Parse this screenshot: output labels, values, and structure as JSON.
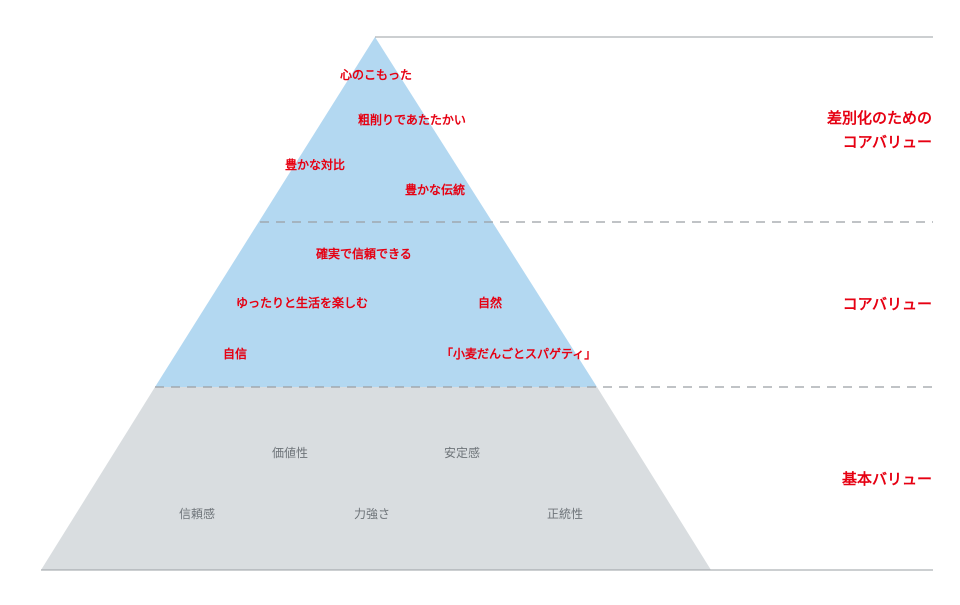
{
  "colors": {
    "top_fill": "#b3d8f1",
    "base_fill": "#d9dde0",
    "accent": "#e60012",
    "base_text": "#6e7479",
    "line": "#9a9fa3"
  },
  "tiers": {
    "top": {
      "label_line1": "差別化のための",
      "label_line2": "コアバリュー",
      "items": [
        "心のこもった",
        "粗削りであたたかい",
        "豊かな対比",
        "豊かな伝統"
      ]
    },
    "middle": {
      "label": "コアバリュー",
      "items": [
        "確実で信頼できる",
        "ゆったりと生活を楽しむ",
        "自然",
        "自信",
        "「小麦だんごとスパゲティ」"
      ]
    },
    "base": {
      "label": "基本バリュー",
      "items": [
        "価値性",
        "安定感",
        "信頼感",
        "力強さ",
        "正統性"
      ]
    }
  }
}
